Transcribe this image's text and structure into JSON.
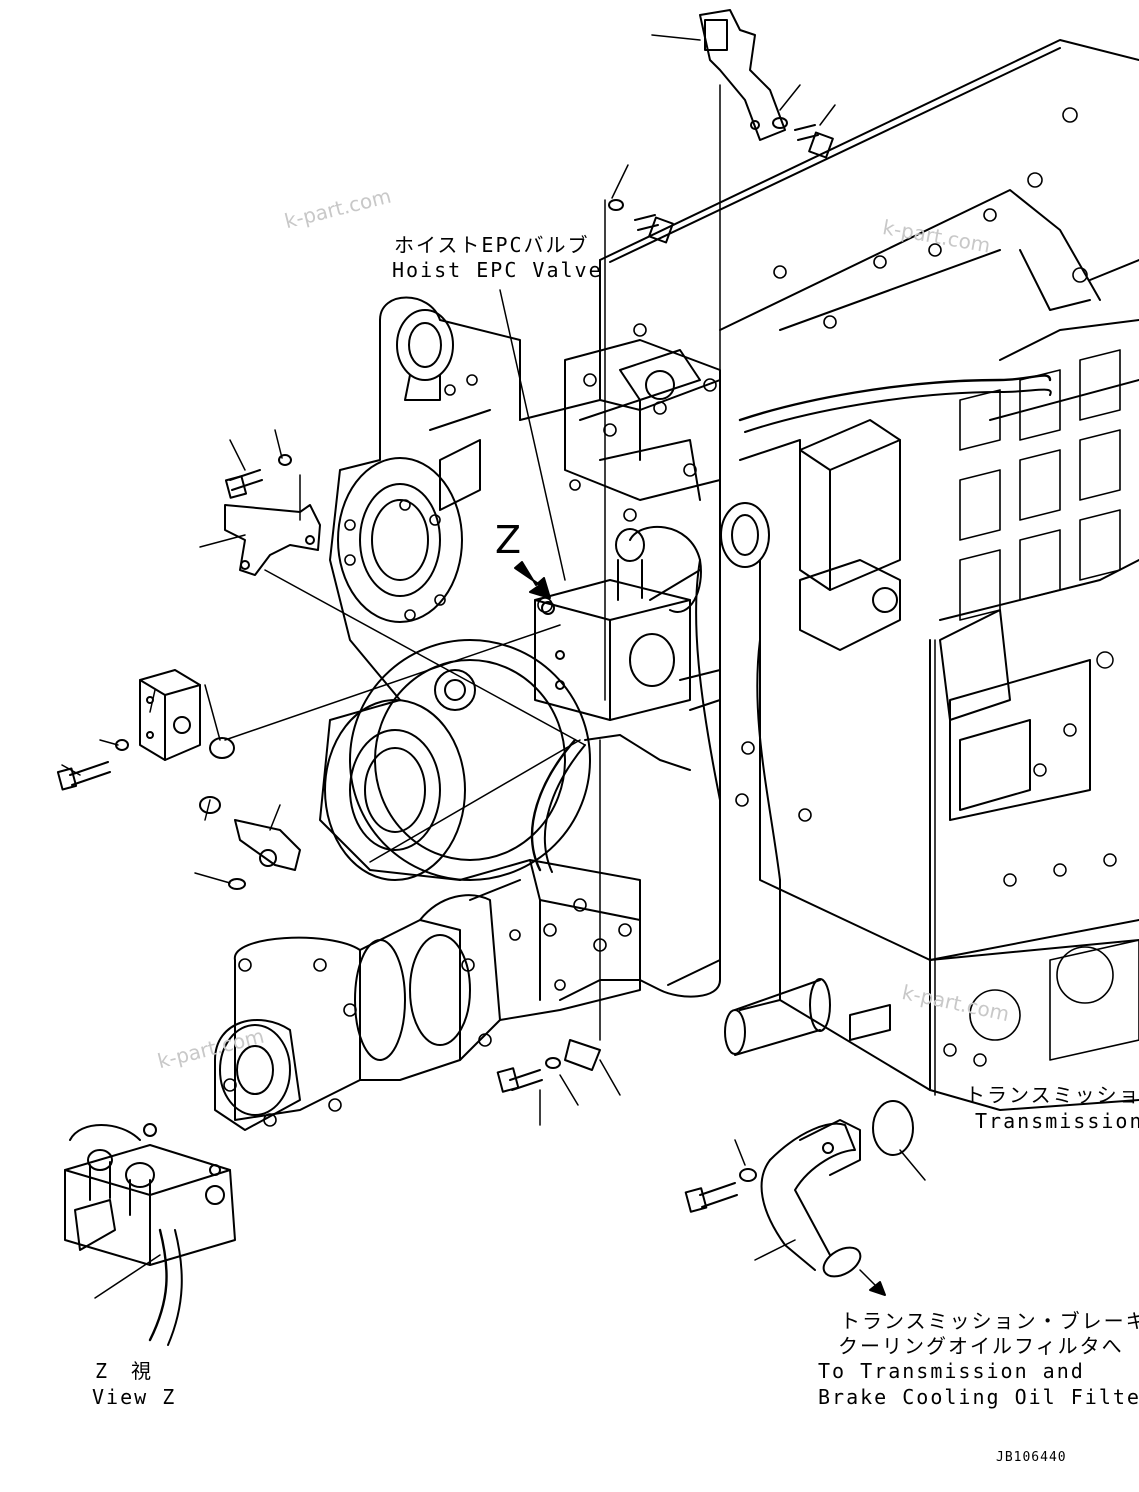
{
  "labels": {
    "hoist_jp": "ホイストEPCバルブ",
    "hoist_en": "Hoist EPC Valve",
    "transmission_jp": "トランスミッション",
    "transmission_en": "Transmission",
    "filter_jp_1": "トランスミッション・ブレーキ",
    "filter_jp_2": "クーリングオイルフィルタへ",
    "filter_en_1": "To Transmission and",
    "filter_en_2": "Brake Cooling Oil Filter",
    "viewz_jp": "Z　視",
    "viewz_en": "View Z",
    "z_marker": "Z"
  },
  "watermark": "k-part.com",
  "drawing_code": "JB106440",
  "colors": {
    "line": "#000000",
    "watermark": "#c8c8c8",
    "background": "#ffffff"
  }
}
